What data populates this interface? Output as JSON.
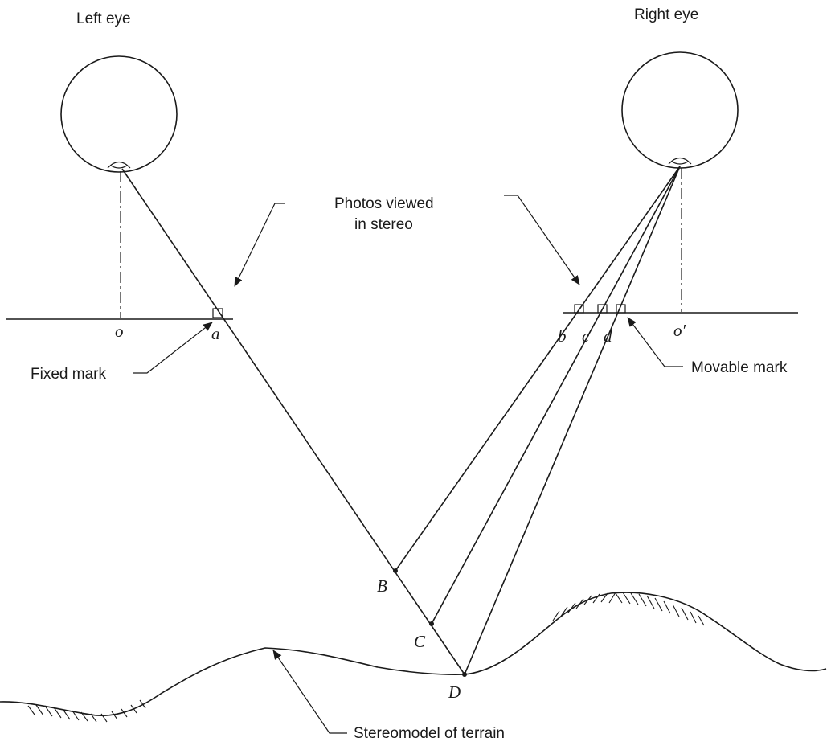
{
  "labels": {
    "left_eye": "Left eye",
    "right_eye": "Right eye",
    "photos_line1": "Photos viewed",
    "photos_line2": "in stereo",
    "fixed_mark": "Fixed mark",
    "movable_mark": "Movable mark",
    "terrain": "Stereomodel of terrain"
  },
  "points": {
    "o": "o",
    "o_prime": "o′",
    "a": "a",
    "b": "b",
    "c": "c",
    "d": "d",
    "B": "B",
    "C": "C",
    "D": "D"
  }
}
